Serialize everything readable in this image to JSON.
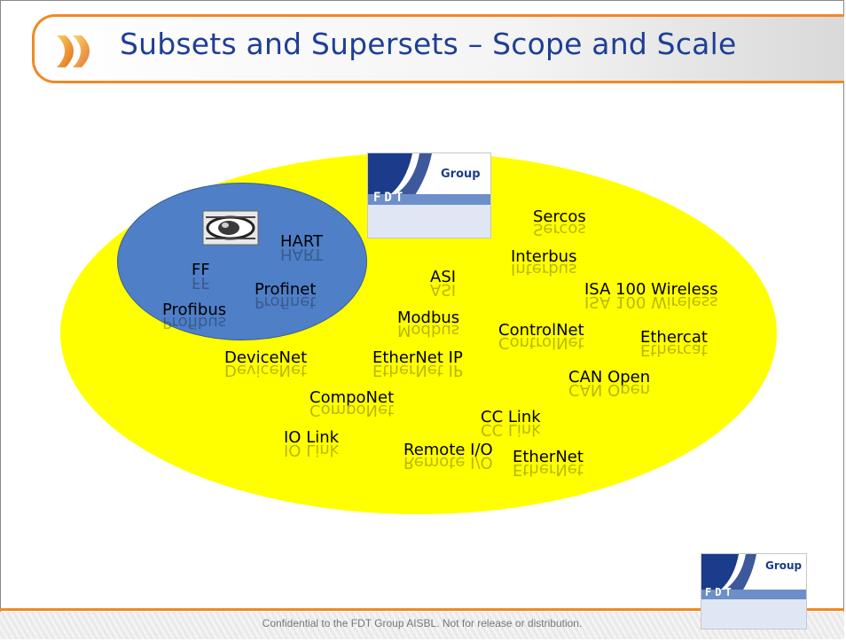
{
  "slide": {
    "title": "Subsets and Supersets – Scope and Scale",
    "footer": "Confidential to the FDT Group AISBL. Not for release or distribution."
  },
  "logo": {
    "group_text": "Group",
    "fdt_text": "FDT",
    "brand_color": "#1b3c8a"
  },
  "diagram": {
    "superset_color": "#ffff00",
    "subset_color": "#4f7fc7",
    "subset_labels": [
      "HART",
      "FF",
      "Profinet",
      "Profibus"
    ],
    "superset_labels": [
      "Sercos",
      "Interbus",
      "ASI",
      "ISA 100 Wireless",
      "Modbus",
      "ControlNet",
      "Ethercat",
      "DeviceNet",
      "EtherNet IP",
      "CAN Open",
      "CompoNet",
      "CC Link",
      "IO Link",
      "Remote I/O",
      "EtherNet"
    ]
  },
  "colors": {
    "accent": "#f08a24",
    "title": "#1f3f95"
  }
}
